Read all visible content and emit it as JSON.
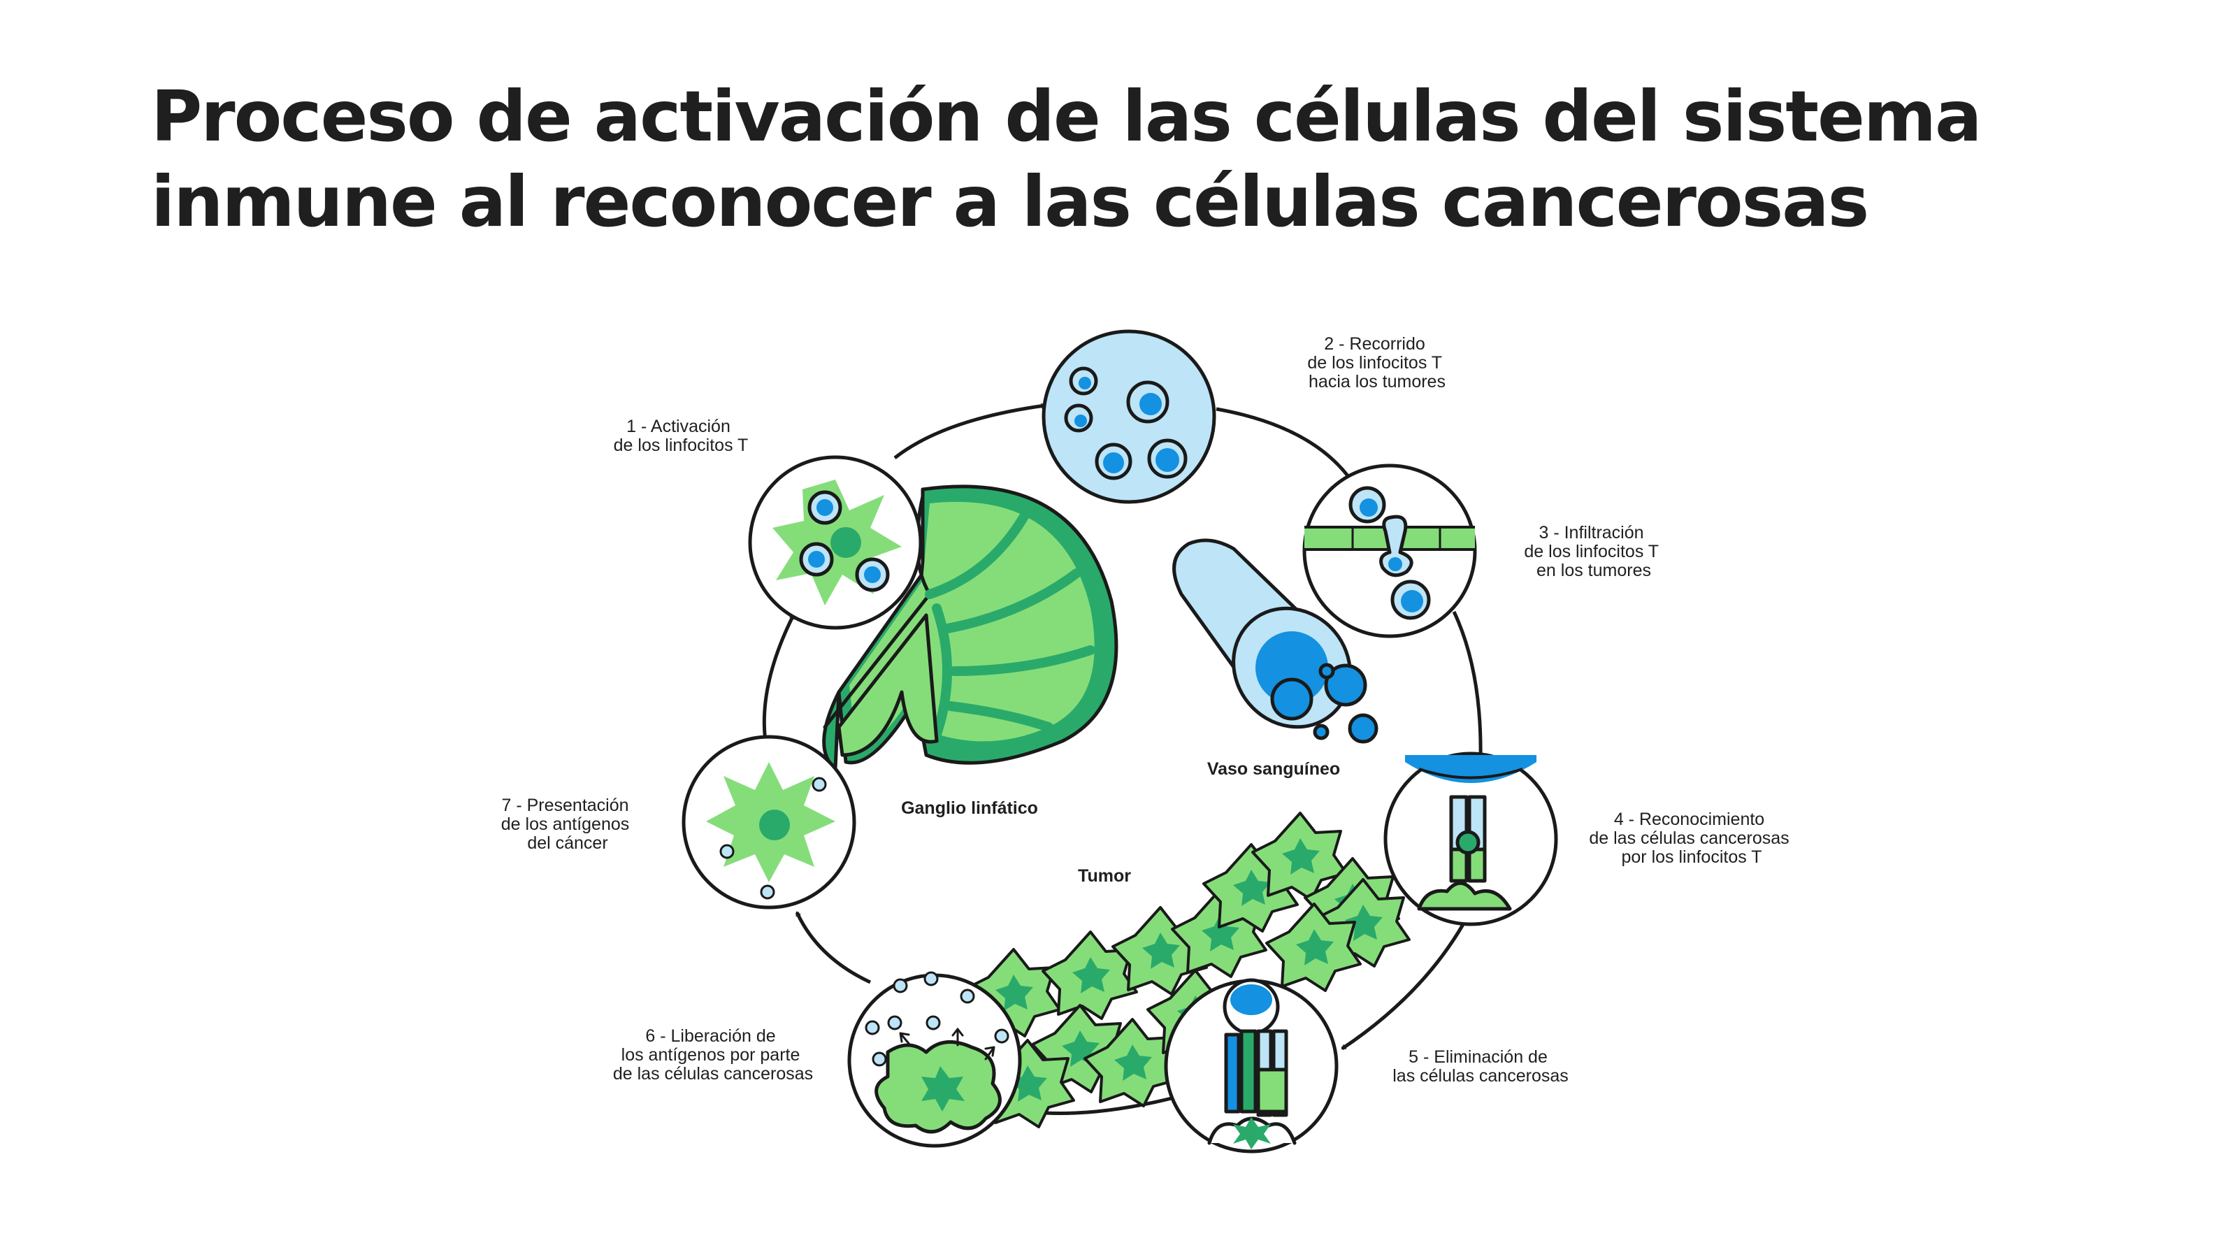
{
  "title": {
    "line1": "Proceso de activación de las células del sistema",
    "line2": "inmune al reconocer a las células cancerosas"
  },
  "steps": [
    {
      "lines": [
        "1 - Activación",
        "de los linfocitos T"
      ]
    },
    {
      "lines": [
        "2 - Recorrido",
        "de los linfocitos T",
        "hacia los tumores"
      ]
    },
    {
      "lines": [
        "3 - Infiltración",
        "de los linfocitos T",
        "en los tumores"
      ]
    },
    {
      "lines": [
        "4 - Reconocimiento",
        "de las células cancerosas",
        "por los linfocitos T"
      ]
    },
    {
      "lines": [
        "5 - Eliminación de",
        "las células cancerosas"
      ]
    },
    {
      "lines": [
        "6 - Liberación de",
        "los antígenos por parte",
        "de las células cancerosas"
      ]
    },
    {
      "lines": [
        "7 - Presentación",
        "de los antígenos",
        "del cáncer"
      ]
    }
  ],
  "center_labels": {
    "lymph_node": "Ganglio linfático",
    "blood_vessel": "Vaso sanguíneo",
    "tumor": "Tumor"
  },
  "colors": {
    "green_light": "#85dd7a",
    "green_dark": "#2aaa6a",
    "blue_light": "#bde4f7",
    "blue_dark": "#1491e0",
    "outline": "#1a1a1a"
  }
}
